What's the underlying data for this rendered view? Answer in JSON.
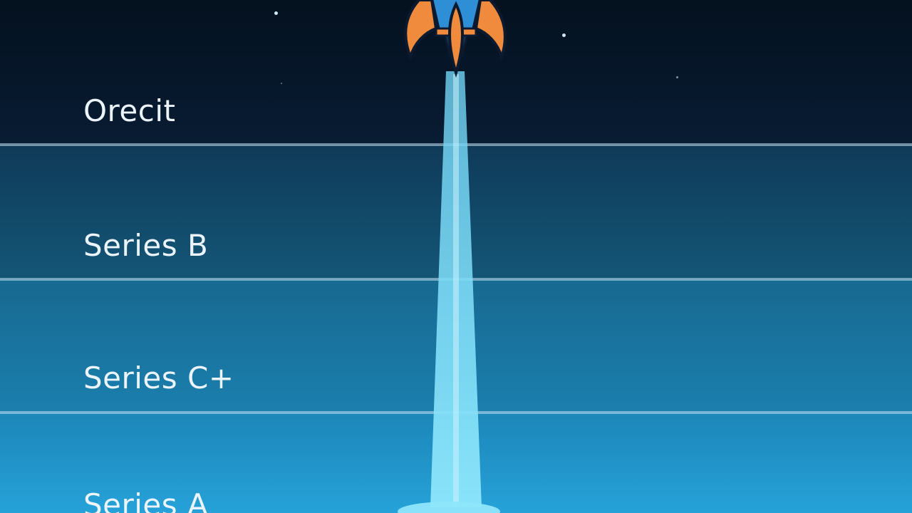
{
  "stages": [
    {
      "label": "Orecit"
    },
    {
      "label": "Series B"
    },
    {
      "label": "Series C+"
    },
    {
      "label": "Series A"
    }
  ],
  "colors": {
    "exhaust": "#7fdcf7",
    "rocket_fins": "#f08a3c",
    "rocket_body": "#2e8fd6",
    "divider": "#c8e4f2"
  },
  "icons": [
    "rocket-icon",
    "exhaust-trail"
  ]
}
